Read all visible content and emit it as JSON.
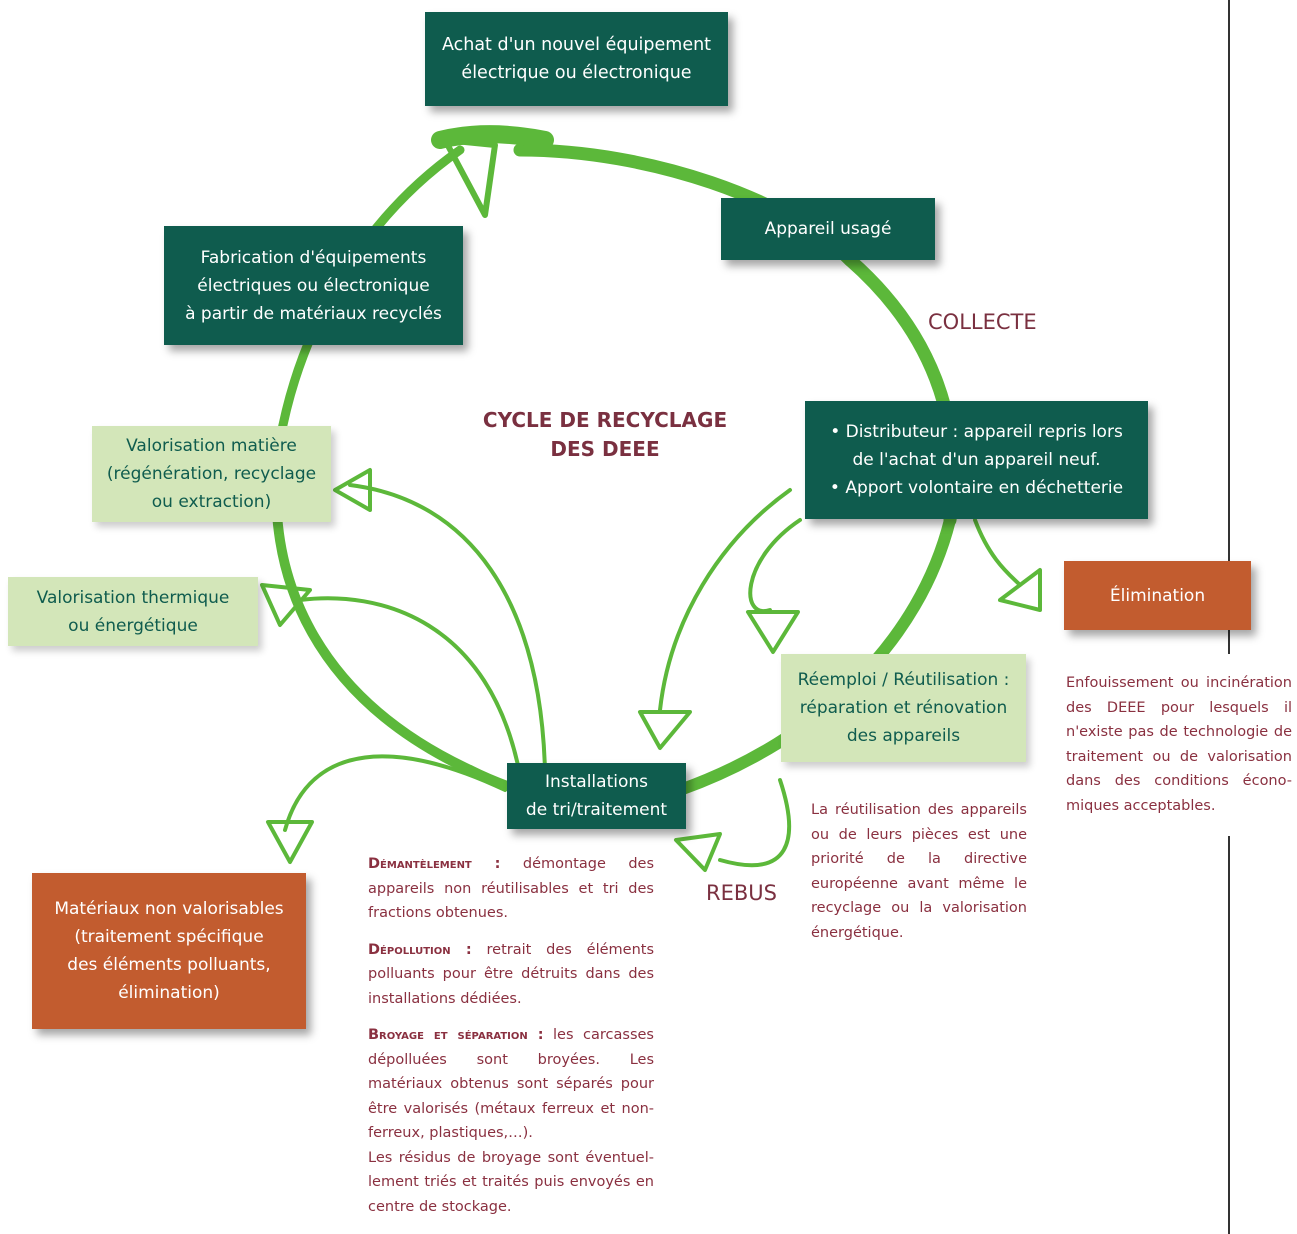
{
  "title": [
    "CYCLE DE RECYCLAGE",
    "DES DEEE"
  ],
  "labels": {
    "collecte": "COLLECTE",
    "rebus": "REBUS"
  },
  "boxes": {
    "achat": [
      "Achat d'un nouvel équipement",
      "électrique ou électronique"
    ],
    "usage": [
      "Appareil usagé"
    ],
    "fabrication": [
      "Fabrication d'équipements",
      "électriques ou électronique",
      "à partir de matériaux recyclés"
    ],
    "distributeur": [
      "• Distributeur : appareil repris lors",
      "de l'achat d'un appareil neuf.",
      "• Apport volontaire en déchetterie"
    ],
    "elimination": [
      "Élimination"
    ],
    "valo_matiere": [
      "Valorisation matière",
      "(régénération, recyclage",
      "ou extraction)"
    ],
    "valo_thermique": [
      "Valorisation thermique",
      "ou énergétique"
    ],
    "reemploi": [
      "Réemploi / Réutilisation :",
      "réparation et rénovation",
      "des appareils"
    ],
    "installations": [
      "Installations",
      "de tri/traitement"
    ],
    "materiaux": [
      "Matériaux non valorisables",
      "(traitement spécifique",
      "des éléments polluants,",
      "élimination)"
    ]
  },
  "texts": {
    "demantelement_title": "Démantèlement :",
    "demantelement_body": "démontage des appareils non réutilisables et tri des fractions obtenues.",
    "depollution_title": "Dépollution :",
    "depollution_body": "retrait des éléments polluants pour être détruits dans des installations dédiées.",
    "broyage_title": "Broyage et séparation :",
    "broyage_body": "les carcasses dépolluées sont broyées. Les matériaux obtenus sont séparés pour être valorisés (métaux ferreux et non-ferreux, plastiques,…).",
    "broyage_body2": "Les résidus de broyage sont éventuel-lement triés et traités puis envoyés en centre de stockage.",
    "reutilisation": "La réutilisation des appareils ou de leurs pièces est une priorité de la directive européenne avant même le recyclage ou la valorisation énergétique.",
    "enfouissement": "Enfouissement ou incinération des DEEE pour lesquels il n'existe pas de technologie de traitement ou de valorisation dans des conditions écono-miques acceptables."
  },
  "colors": {
    "dark_green": "#0f5c4e",
    "light_green": "#d3e6b9",
    "orange": "#c25c2f",
    "arrow_green": "#5cb83a",
    "maroon": "#7a3040"
  }
}
